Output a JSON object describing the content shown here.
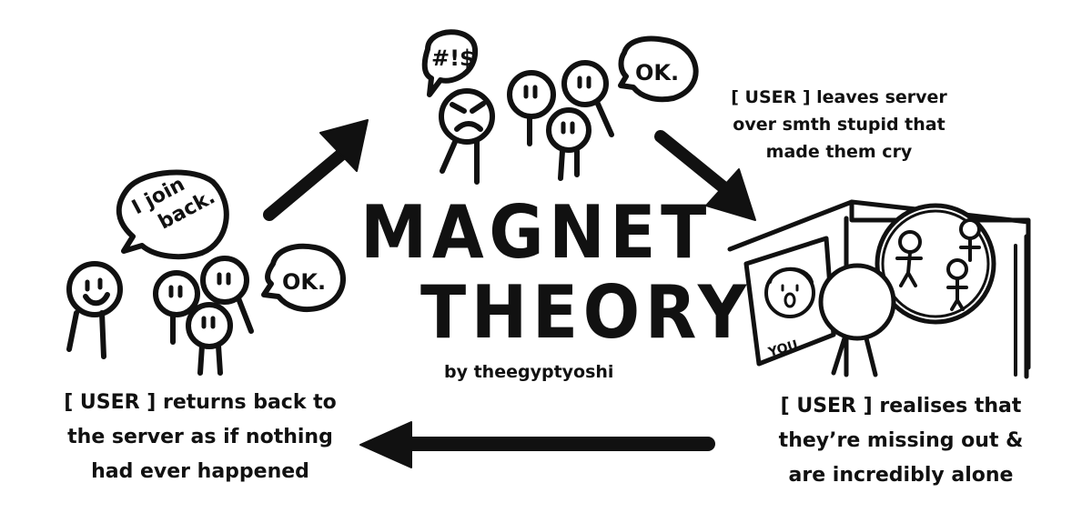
{
  "title": {
    "line1": "MAGNET",
    "line2": "THEORY"
  },
  "byline": "by theegyptyoshi",
  "captions": {
    "top_right": [
      "[ USER ] leaves server",
      "over smth stupid that",
      "made them cry"
    ],
    "bottom_left": [
      "[ USER ] returns back to",
      "the server as if nothing",
      "had ever happened"
    ],
    "bottom_right": [
      "[ USER ] realises that",
      "they’re missing out &",
      "are incredibly alone"
    ]
  },
  "speech_bubbles": {
    "angry": "#!$",
    "top_ok": "OK.",
    "left_ok": "OK.",
    "join": [
      "I join",
      "back."
    ]
  },
  "drawing_label": "YOU",
  "colors": {
    "ink": "#111111",
    "background": "#ffffff"
  }
}
